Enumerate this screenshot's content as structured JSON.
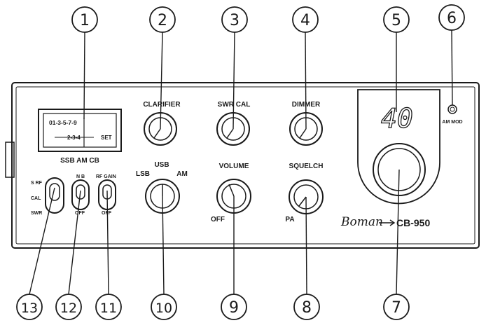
{
  "callouts": [
    "1",
    "2",
    "3",
    "4",
    "5",
    "6",
    "7",
    "8",
    "9",
    "10",
    "11",
    "12",
    "13"
  ],
  "meter": {
    "scale_top": "01-3-5-7-9",
    "scale_bottom": "2-3-4",
    "scale_set": "SET",
    "caption": "SSB AM CB"
  },
  "knobs": {
    "clarifier": "CLARIFIER",
    "swr_cal": "SWR CAL",
    "dimmer": "DIMMER",
    "usb": "USB",
    "lsb": "LSB",
    "am": "AM",
    "volume": "VOLUME",
    "off": "OFF",
    "squelch": "SQUELCH",
    "pa": "PA"
  },
  "switches": {
    "s_rf": "S RF",
    "cal": "CAL",
    "swr": "SWR",
    "nb": "N B",
    "nb_off": "OFF",
    "rf_gain": "RF GAIN",
    "rf_gain_off": "OFF"
  },
  "display": {
    "channel": "40"
  },
  "am_mod_label": "AM MOD",
  "brand": {
    "name": "Boman",
    "model": "CB-950"
  }
}
